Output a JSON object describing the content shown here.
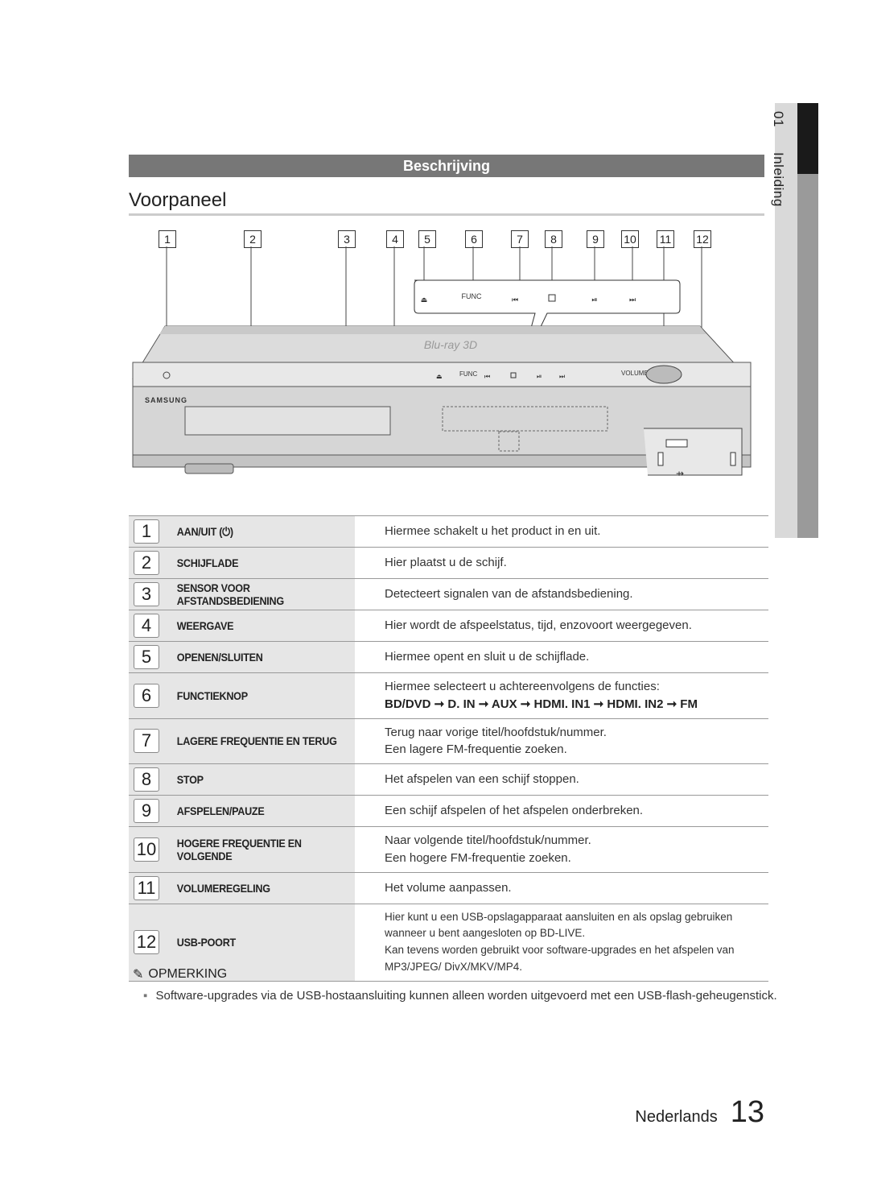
{
  "sidebar": {
    "chapter": "01",
    "section": "Inleiding"
  },
  "header": {
    "section_bar": "Beschrijving",
    "page_title": "Voorpaneel"
  },
  "callouts": [
    "1",
    "2",
    "3",
    "4",
    "5",
    "6",
    "7",
    "8",
    "9",
    "10",
    "11",
    "12"
  ],
  "device": {
    "brand": "SAMSUNG",
    "volume_label": "VOLUME",
    "func_label": "FUNC",
    "logo_text": "Blu-ray 3D"
  },
  "table": [
    {
      "num": "1",
      "name": "AAN/UIT (⏻)",
      "desc": [
        "Hiermee schakelt u het product in en uit."
      ]
    },
    {
      "num": "2",
      "name": "SCHIJFLADE",
      "desc": [
        "Hier plaatst u de schijf."
      ]
    },
    {
      "num": "3",
      "name": "SENSOR VOOR AFSTANDSBEDIENING",
      "desc": [
        "Detecteert signalen van de afstandsbediening."
      ]
    },
    {
      "num": "4",
      "name": "WEERGAVE",
      "desc": [
        "Hier wordt de afspeelstatus, tijd, enzovoort weergegeven."
      ]
    },
    {
      "num": "5",
      "name": "OPENEN/SLUITEN",
      "desc": [
        "Hiermee opent en sluit u de schijflade."
      ]
    },
    {
      "num": "6",
      "name": "FUNCTIEKNOP",
      "desc": [
        "Hiermee selecteert u achtereenvolgens de functies:",
        "BD/DVD ➞ D. IN ➞ AUX ➞ HDMI. IN1 ➞ HDMI. IN2 ➞ FM"
      ]
    },
    {
      "num": "7",
      "name": "LAGERE FREQUENTIE EN TERUG",
      "desc": [
        "Terug naar vorige titel/hoofdstuk/nummer.",
        "Een lagere FM-frequentie zoeken."
      ]
    },
    {
      "num": "8",
      "name": "STOP",
      "desc": [
        "Het afspelen van een schijf stoppen."
      ]
    },
    {
      "num": "9",
      "name": "AFSPELEN/PAUZE",
      "desc": [
        "Een schijf afspelen of het afspelen onderbreken."
      ]
    },
    {
      "num": "10",
      "name": "HOGERE FREQUENTIE EN VOLGENDE",
      "desc": [
        "Naar volgende titel/hoofdstuk/nummer.",
        "Een hogere FM-frequentie zoeken."
      ]
    },
    {
      "num": "11",
      "name": "VOLUMEREGELING",
      "desc": [
        "Het volume aanpassen."
      ]
    },
    {
      "num": "12",
      "name": "USB-POORT",
      "desc": [
        "Hier kunt u een USB-opslagapparaat aansluiten en als opslag gebruiken wanneer u bent aangesloten op BD-LIVE.",
        "Kan tevens worden gebruikt voor software-upgrades en het afspelen van MP3/JPEG/ DivX/MKV/MP4."
      ]
    }
  ],
  "note": {
    "heading": "OPMERKING",
    "text": "Software-upgrades via de USB-hostaansluiting kunnen alleen worden uitgevoerd met een USB-flash-geheugenstick."
  },
  "footer": {
    "language": "Nederlands",
    "page_number": "13"
  }
}
